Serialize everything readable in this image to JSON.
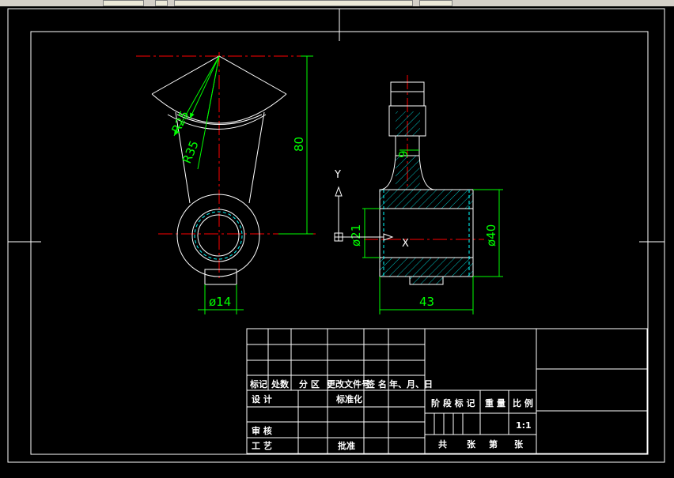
{
  "colors": {
    "background": "#000000",
    "outline": "#ffffff",
    "centerline": "#ff0000",
    "dimension": "#00ff00",
    "hatch": "#00c0c0",
    "thread": "#00ffff"
  },
  "dimensions": {
    "r25": "R25",
    "r35": "R35",
    "h80": "80",
    "d14": "ø14",
    "w9": "9",
    "d21": "ø21",
    "d40": "ø40",
    "l43": "43"
  },
  "ucs": {
    "y_label": "Y",
    "x_label": "X"
  },
  "title_block": {
    "headers": {
      "mark": "标记",
      "count": "处数",
      "zone": "分 区",
      "doc_no": "更改文件号",
      "sign": "签 名",
      "date": "年、月、日"
    },
    "rows": {
      "design": "设 计",
      "standard": "标准化",
      "review": "审 核",
      "process": "工 艺",
      "approve": "批准"
    },
    "stage_mark": "阶 段 标 记",
    "weight": "重 量",
    "scale_label": "比 例",
    "scale_value": "1:1",
    "sheet_total": "共",
    "sheet_unit1": "张",
    "sheet_of": "第",
    "sheet_unit2": "张"
  }
}
